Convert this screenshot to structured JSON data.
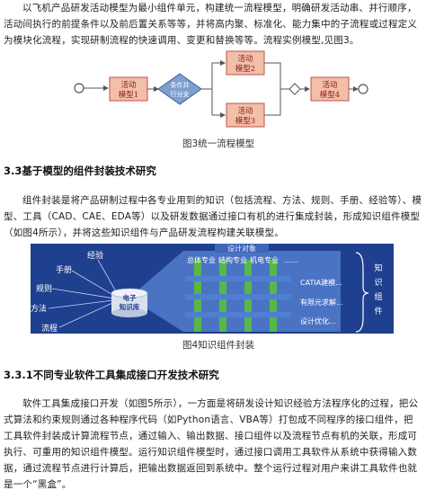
{
  "paragraphs": {
    "intro": "以飞机产品研发活动模型为最小组件单元，构建统一流程模型，明确研发活动串、并行顺序，活动间执行的前提条件以及前后置关系等等，并将高内聚、标准化、能力集中的子流程或过程定义为模块化流程，实现研制流程的快速调用、变更和替换等等。流程实例模型,见图3。",
    "section33_body": "组件封装是将产品研制过程中各专业用到的知识（包括流程、方法、规则、手册、经验等）、模型、工具（CAD、CAE、EDA等）以及研发数据通过接口有机的进行集成封装，形成知识组件模型（如图4所示），并将这些知识组件与产品研发流程构建关联模型。",
    "section331_body": "软件工具集成接口开发（如图5所示），一方面是将研发设计知识经验方法程序化的过程，把公式算法和约束规则通过各种程序代码（如Python语言、VBA等）打包成不同程序的接口组件，把工具软件封装成计算流程节点，通过输入、输出数据、接口组件以及流程节点有机的关联，形成可执行、可重用的知识组件模型。运行知识组件模型时，通过接口调用工具软件从系统中获得输入数据，通过流程节点进行计算后，把输出数据返回到系统中。整个运行过程对用户来讲工具软件也就是一个“黑盒”。"
  },
  "headings": {
    "section33": "3.3基于模型的组件封装技术研究",
    "section331": "3.3.1不同专业软件工具集成接口开发技术研究"
  },
  "figure3": {
    "caption": "图3统一流程模型",
    "activity1": [
      "活动",
      "模型1"
    ],
    "condition": [
      "条件并",
      "行分支"
    ],
    "activity2": [
      "活动",
      "模型2"
    ],
    "activity3": [
      "活动",
      "模型3"
    ],
    "activity4": [
      "活动",
      "模型4"
    ]
  },
  "figure4": {
    "caption": "图4知识组件封装",
    "design_object": "设计对象",
    "inputs": [
      "经验",
      "手册",
      "规则",
      "方法",
      "流程"
    ],
    "core": [
      "电子",
      "知识库"
    ],
    "columns": [
      "总体专业",
      "结构专业",
      "机电专业",
      "……"
    ],
    "outputs": [
      "CATIA建模...",
      "有限元求解...",
      "设计优化..."
    ],
    "component": [
      "知",
      "识",
      "组",
      "件"
    ]
  },
  "colors": {
    "activity_fill": "#f2bfa8",
    "activity_border": "#c0504d",
    "condition_fill": "#7f9fcf",
    "fig4_bg": "#1f3f8f",
    "fig4_band": "#5b86d6",
    "grid_green": "#55b848"
  }
}
